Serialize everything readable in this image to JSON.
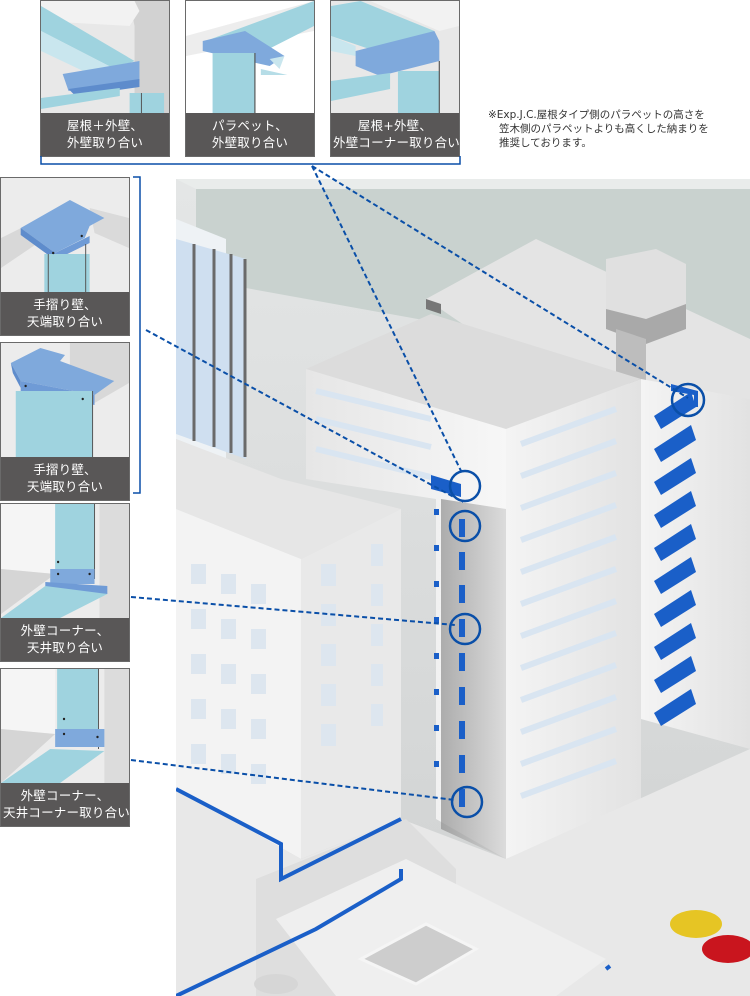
{
  "diagram": {
    "accent_color": "#0a4fa8",
    "detail_color": "#1a5fc8",
    "caption_bg": "#595757",
    "top_details": [
      {
        "id": "roof-exterior-wall",
        "caption_line1": "屋根＋外壁、",
        "caption_line2": "外壁取り合い"
      },
      {
        "id": "parapet-exterior-wall",
        "caption_line1": "パラペット、",
        "caption_line2": "外壁取り合い"
      },
      {
        "id": "roof-exterior-wall-corner",
        "caption_line1": "屋根+外壁、",
        "caption_line2": "外壁コーナー取り合い"
      }
    ],
    "left_details": [
      {
        "id": "handrail-wall-top-1",
        "caption_line1": "手摺り壁、",
        "caption_line2": "天端取り合い"
      },
      {
        "id": "handrail-wall-top-2",
        "caption_line1": "手摺り壁、",
        "caption_line2": "天端取り合い"
      },
      {
        "id": "exterior-corner-ceiling",
        "caption_line1": "外壁コーナー、",
        "caption_line2": "天井取り合い"
      },
      {
        "id": "exterior-corner-ceiling-corner",
        "caption_line1": "外壁コーナー、",
        "caption_line2": "天井コーナー取り合い"
      }
    ],
    "note": {
      "line1": "※Exp.J.C.屋根タイプ側のパラペットの高さを",
      "line2": "笠木側のパラペットよりも高くした納まりを",
      "line3": "推奨しております。"
    }
  }
}
